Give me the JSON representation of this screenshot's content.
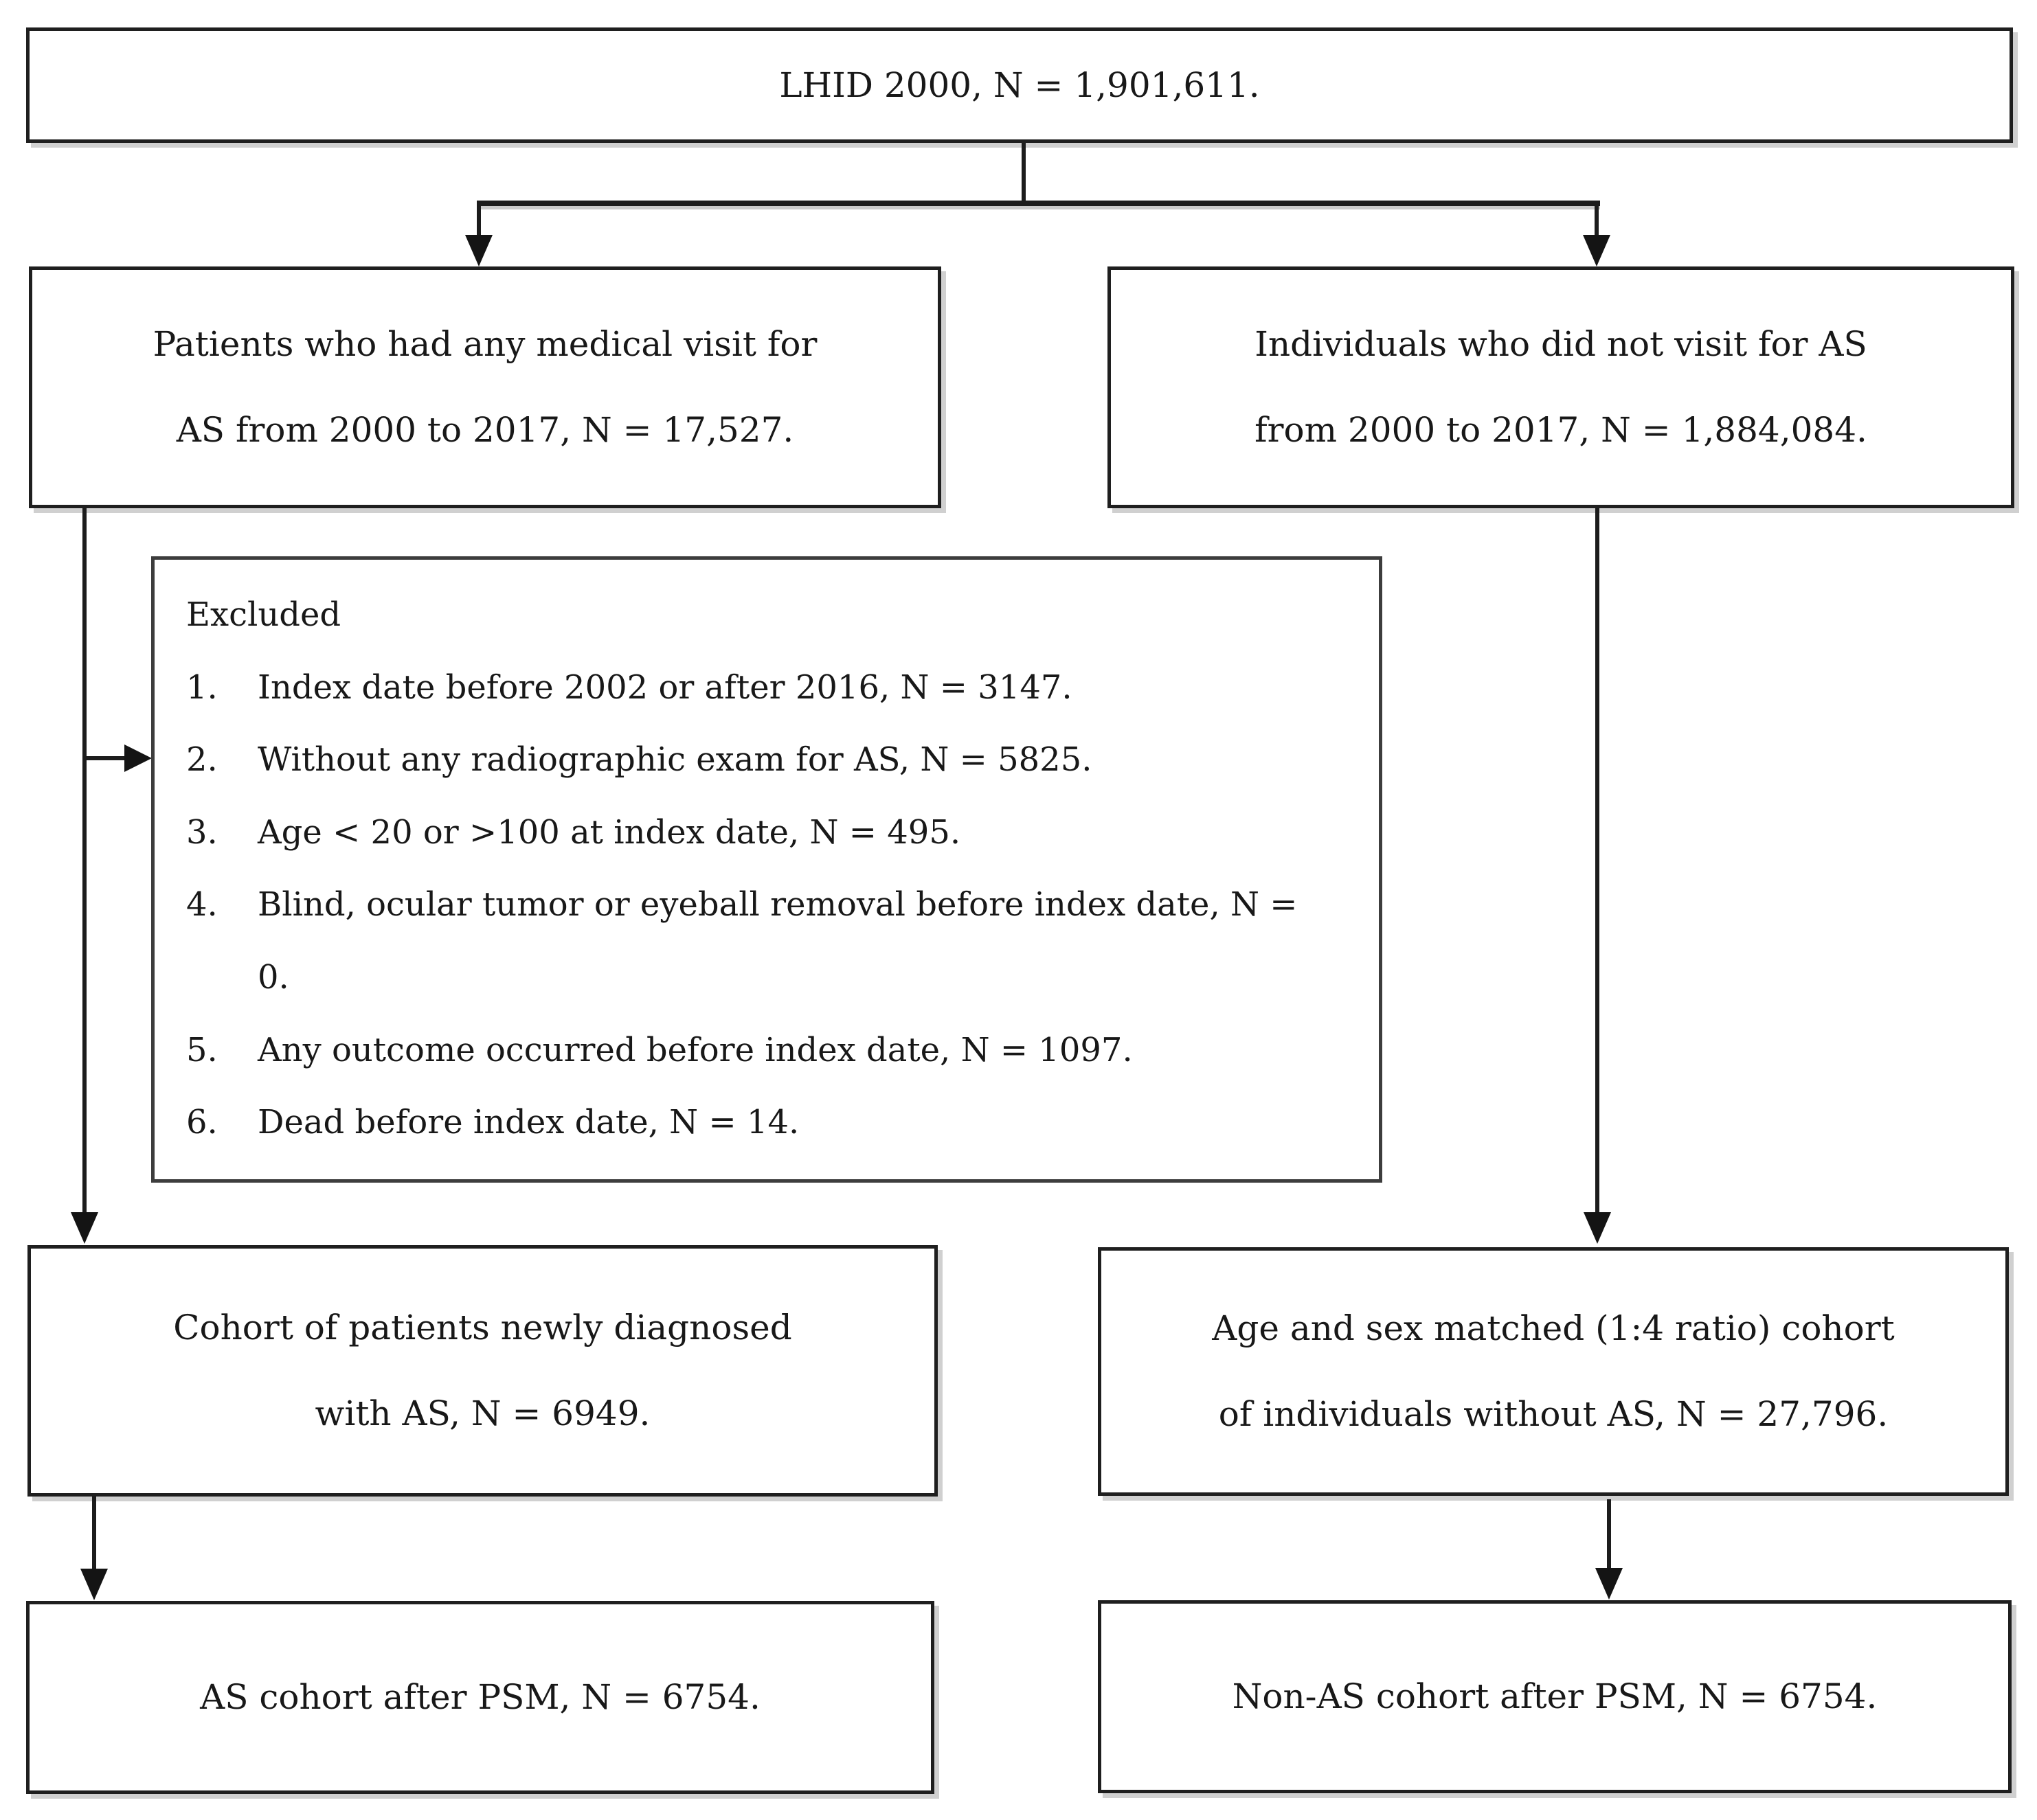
{
  "figure": {
    "background": "#ffffff",
    "line_color": "#1c1c1c",
    "text_color": "#181818"
  },
  "boxes": {
    "source": {
      "lines": [
        "LHID 2000, N = 1,901,611."
      ]
    },
    "as_visit": {
      "lines": [
        "Patients who had any medical visit for",
        "AS from 2000 to 2017, N = 17,527."
      ]
    },
    "no_as_visit": {
      "lines": [
        "Individuals who did not visit for AS",
        "from 2000 to 2017, N = 1,884,084."
      ]
    },
    "excluded": {
      "title": "Excluded",
      "items": [
        {
          "num": "1.",
          "text": "Index date before 2002 or after 2016, N = 3147."
        },
        {
          "num": "2.",
          "text": "Without any radiographic exam for AS, N = 5825."
        },
        {
          "num": "3.",
          "text": "Age < 20 or >100 at index date, N = 495."
        },
        {
          "num": "4.",
          "text": "Blind, ocular tumor or eyeball removal before index date, N = 0."
        },
        {
          "num": "5.",
          "text": "Any outcome occurred before index date, N = 1097."
        },
        {
          "num": "6.",
          "text": "Dead before index date, N = 14."
        }
      ]
    },
    "as_cohort": {
      "lines": [
        "Cohort of patients newly diagnosed",
        "with AS, N = 6949."
      ]
    },
    "matched_cohort": {
      "lines": [
        "Age and sex matched (1:4 ratio) cohort",
        "of individuals without AS, N = 27,796."
      ]
    },
    "as_psm": {
      "lines": [
        "AS cohort after PSM, N = 6754."
      ]
    },
    "non_as_psm": {
      "lines": [
        "Non-AS cohort after PSM, N = 6754."
      ]
    }
  }
}
